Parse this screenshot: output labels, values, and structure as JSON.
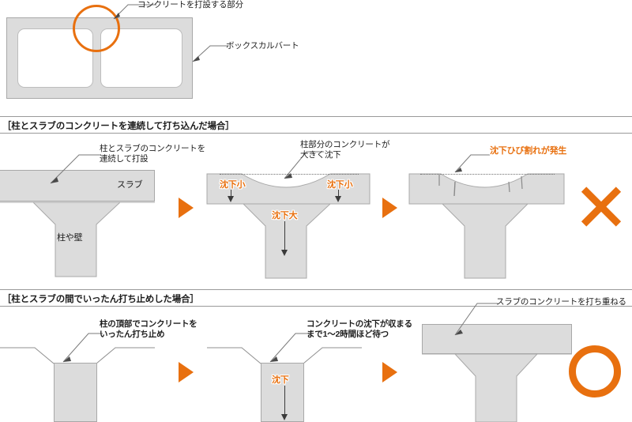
{
  "colors": {
    "accent": "#E8700F",
    "concrete_fill": "#DCDCDC",
    "concrete_stroke": "#A8A8A8",
    "rule": "#9A9A9A",
    "text": "#1D1D1D"
  },
  "top_section": {
    "callout_circle_label": "コンクリートを打設する部分",
    "structure_label": "ボックスカルバート",
    "ring_icon": "circle-highlight-icon"
  },
  "sections": [
    {
      "heading": "［柱とスラブのコンクリートを連続して打ち込んだ場合］",
      "verdict": "x-mark",
      "steps": [
        {
          "step_no": 1,
          "notes": [
            "柱とスラブのコンクリートを",
            "連続して打設"
          ],
          "inner_labels": [
            "スラブ",
            "柱や壁"
          ],
          "highlights": []
        },
        {
          "step_no": 2,
          "notes": [
            "柱部分のコンクリートが",
            "大きく沈下"
          ],
          "inner_labels": [],
          "highlights": [
            "沈下小",
            "沈下小",
            "沈下大"
          ]
        },
        {
          "step_no": 3,
          "notes": [
            "沈下ひび割れが発生"
          ],
          "inner_labels": [],
          "highlights": []
        }
      ]
    },
    {
      "heading": "［柱とスラブの間でいったん打ち止めした場合］",
      "verdict": "o-mark",
      "steps": [
        {
          "step_no": 1,
          "notes": [
            "柱の頂部でコンクリートを",
            "いったん打ち止め"
          ],
          "inner_labels": [],
          "highlights": []
        },
        {
          "step_no": 2,
          "notes": [
            "コンクリートの沈下が収まる",
            "まで1～2時間ほど待つ"
          ],
          "inner_labels": [],
          "highlights": [
            "沈下"
          ]
        },
        {
          "step_no": 3,
          "notes": [
            "スラブのコンクリートを打ち重ねる"
          ],
          "inner_labels": [],
          "highlights": []
        }
      ]
    }
  ],
  "icons": {
    "step_arrow": "triangle-right-icon",
    "bad_result": "x-mark-icon",
    "good_result": "o-mark-icon",
    "settlement_arrow": "down-arrow-icon"
  }
}
